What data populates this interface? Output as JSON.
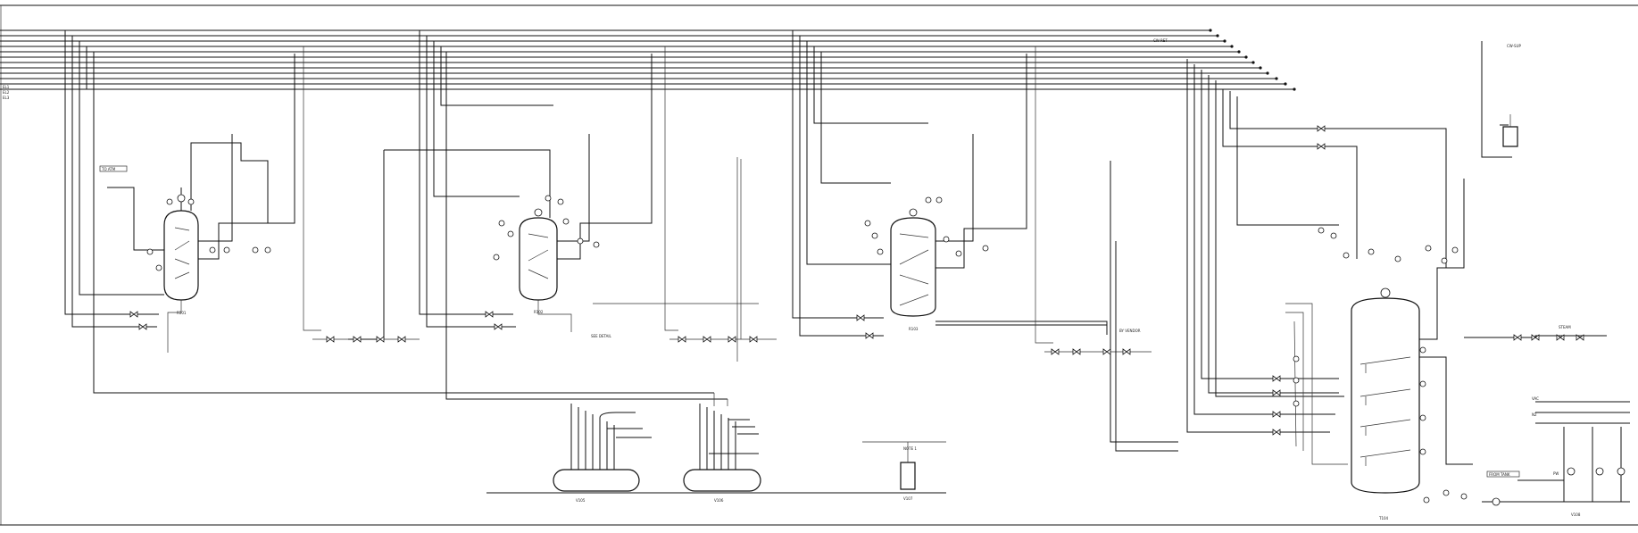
{
  "drawing": {
    "header_labels": [
      "EL1",
      "EL2",
      "EL3"
    ],
    "vessels": [
      {
        "tag": "R101",
        "label": "R101"
      },
      {
        "tag": "R102",
        "label": "R102"
      },
      {
        "tag": "R103",
        "label": "R103"
      },
      {
        "tag": "T104",
        "label": "T104"
      },
      {
        "tag": "V105",
        "label": "V105"
      },
      {
        "tag": "V106",
        "label": "V106"
      },
      {
        "tag": "V107",
        "label": "V107"
      },
      {
        "tag": "V108",
        "label": "V108"
      }
    ],
    "line_labels": [
      "TO ATM",
      "CW-RET",
      "CW-SUP",
      "STEAM",
      "VAC",
      "N2",
      "PW",
      "FROM TANK"
    ],
    "notes": [
      "SEE DETAIL",
      "BY VENDOR",
      "NOTE 1"
    ]
  }
}
